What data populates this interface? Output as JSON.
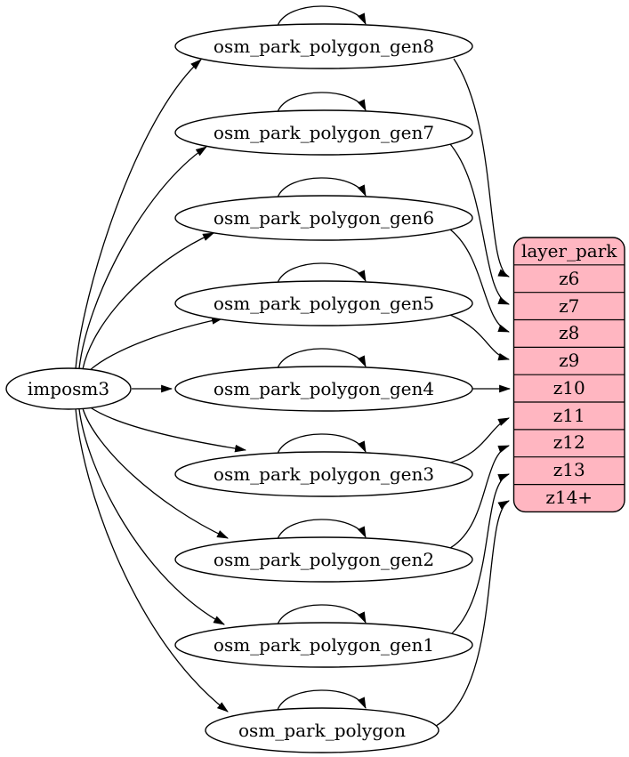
{
  "diagram": {
    "type": "graphviz-etl-flow",
    "nodes": {
      "imposm3": "imposm3",
      "gen8": "osm_park_polygon_gen8",
      "gen7": "osm_park_polygon_gen7",
      "gen6": "osm_park_polygon_gen6",
      "gen5": "osm_park_polygon_gen5",
      "gen4": "osm_park_polygon_gen4",
      "gen3": "osm_park_polygon_gen3",
      "gen2": "osm_park_polygon_gen2",
      "gen1": "osm_park_polygon_gen1",
      "base": "osm_park_polygon"
    },
    "table": {
      "title": "layer_park",
      "rows": [
        "z6",
        "z7",
        "z8",
        "z9",
        "z10",
        "z11",
        "z12",
        "z13",
        "z14+"
      ]
    },
    "edges": [
      {
        "from": "imposm3",
        "to": "osm_park_polygon_gen8"
      },
      {
        "from": "imposm3",
        "to": "osm_park_polygon_gen7"
      },
      {
        "from": "imposm3",
        "to": "osm_park_polygon_gen6"
      },
      {
        "from": "imposm3",
        "to": "osm_park_polygon_gen5"
      },
      {
        "from": "imposm3",
        "to": "osm_park_polygon_gen4"
      },
      {
        "from": "imposm3",
        "to": "osm_park_polygon_gen3"
      },
      {
        "from": "imposm3",
        "to": "osm_park_polygon_gen2"
      },
      {
        "from": "imposm3",
        "to": "osm_park_polygon_gen1"
      },
      {
        "from": "imposm3",
        "to": "osm_park_polygon"
      },
      {
        "from": "osm_park_polygon_gen8",
        "to": "osm_park_polygon_gen8",
        "type": "self-loop"
      },
      {
        "from": "osm_park_polygon_gen7",
        "to": "osm_park_polygon_gen7",
        "type": "self-loop"
      },
      {
        "from": "osm_park_polygon_gen6",
        "to": "osm_park_polygon_gen6",
        "type": "self-loop"
      },
      {
        "from": "osm_park_polygon_gen5",
        "to": "osm_park_polygon_gen5",
        "type": "self-loop"
      },
      {
        "from": "osm_park_polygon_gen4",
        "to": "osm_park_polygon_gen4",
        "type": "self-loop"
      },
      {
        "from": "osm_park_polygon_gen3",
        "to": "osm_park_polygon_gen3",
        "type": "self-loop"
      },
      {
        "from": "osm_park_polygon_gen2",
        "to": "osm_park_polygon_gen2",
        "type": "self-loop"
      },
      {
        "from": "osm_park_polygon_gen1",
        "to": "osm_park_polygon_gen1",
        "type": "self-loop"
      },
      {
        "from": "osm_park_polygon",
        "to": "osm_park_polygon",
        "type": "self-loop"
      },
      {
        "from": "osm_park_polygon_gen8",
        "to": "layer_park:z6"
      },
      {
        "from": "osm_park_polygon_gen7",
        "to": "layer_park:z7"
      },
      {
        "from": "osm_park_polygon_gen6",
        "to": "layer_park:z8"
      },
      {
        "from": "osm_park_polygon_gen5",
        "to": "layer_park:z9"
      },
      {
        "from": "osm_park_polygon_gen4",
        "to": "layer_park:z10"
      },
      {
        "from": "osm_park_polygon_gen3",
        "to": "layer_park:z11"
      },
      {
        "from": "osm_park_polygon_gen2",
        "to": "layer_park:z12"
      },
      {
        "from": "osm_park_polygon_gen1",
        "to": "layer_park:z13"
      },
      {
        "from": "osm_park_polygon",
        "to": "layer_park:z14+"
      }
    ],
    "colors": {
      "table_fill": "#ffb6c1",
      "stroke": "#000000",
      "background": "#ffffff"
    }
  }
}
